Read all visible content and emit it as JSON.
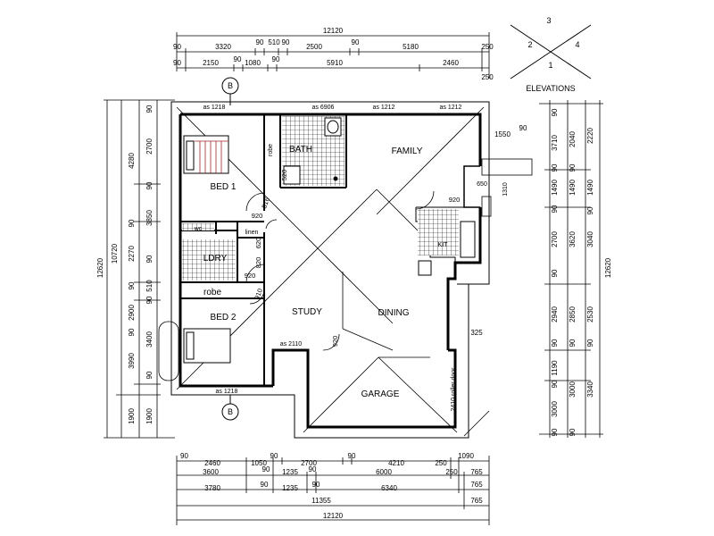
{
  "elevations": {
    "title": "ELEVATIONS",
    "n1": "1",
    "n2": "2",
    "n3": "3",
    "n4": "4"
  },
  "section_marker": "B",
  "rooms": {
    "bed1": "BED 1",
    "bath": "BATH",
    "family": "FAMILY",
    "robe1": "robe",
    "ldry": "LDRY",
    "wc": "wc",
    "linen": "linen",
    "robe2": "robe",
    "bed2": "BED 2",
    "study": "STUDY",
    "dining": "DINING",
    "kit": "KIT",
    "garage": "GARAGE",
    "roller_door": "2410 roller door"
  },
  "notes": {
    "as1218_top": "as 1218",
    "as6906": "as 6906",
    "as1212a": "as 1212",
    "as1212b": "as 1212",
    "as1218_bot": "as 1218",
    "as2110": "as 2110",
    "v1550": "1550",
    "v90": "90",
    "v650": "650",
    "v1310": "1310",
    "v325": "325"
  },
  "doors": {
    "d920_bed1": "920",
    "d920_fam": "920",
    "d920_ldry": "920",
    "d920_study": "920",
    "d820": "820",
    "d620": "620",
    "d516": "516",
    "d520": "520",
    "d910": "910"
  },
  "top_dims": {
    "overall": "12120",
    "row1": [
      "90",
      "3320",
      "90",
      "510",
      "90",
      "2500",
      "90",
      "5180",
      "250"
    ],
    "row2": [
      "90",
      "2150",
      "90",
      "1080",
      "90",
      "5910",
      "2460",
      "250"
    ]
  },
  "bottom_dims": {
    "row1": [
      "90",
      "2460",
      "1050",
      "90",
      "2700",
      "90",
      "4210",
      "250",
      "1090"
    ],
    "row2": [
      "3600",
      "90",
      "1235",
      "90",
      "6000",
      "250",
      "765"
    ],
    "row3": [
      "3780",
      "90",
      "1235",
      "90",
      "6340",
      "765"
    ],
    "row4": [
      "11355",
      "765"
    ],
    "overall": "12120"
  },
  "left_dims": {
    "col1": [
      "90",
      "2700",
      "90",
      "3850",
      "90",
      "510",
      "90",
      "3400",
      "90",
      "1900"
    ],
    "col2": [
      "4280",
      "90",
      "2270",
      "90",
      "2900",
      "90",
      "3990",
      "1900"
    ],
    "col3": "10720",
    "col4": "12620"
  },
  "right_dims": {
    "col1": [
      "90",
      "3710",
      "90",
      "1490",
      "90",
      "2700",
      "90",
      "2940",
      "90",
      "1190",
      "90",
      "3000",
      "90"
    ],
    "col2": [
      "2040",
      "90",
      "1490",
      "3620",
      "2850",
      "90",
      "3000",
      "90"
    ],
    "col3": [
      "2220",
      "1490",
      "90",
      "3040",
      "2530",
      "90",
      "3340"
    ],
    "col4": "12620"
  }
}
